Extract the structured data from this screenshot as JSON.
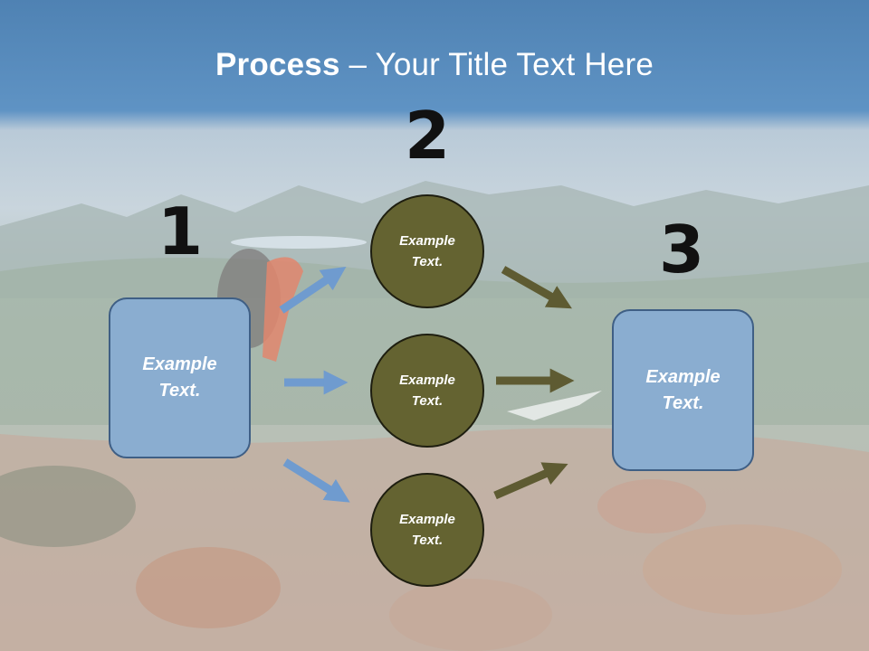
{
  "title": {
    "bold": "Process",
    "rest": " – Your Title Text Here"
  },
  "steps": {
    "one": "1",
    "two": "2",
    "three": "3"
  },
  "left_box": "Example\nText.",
  "right_box": "Example\nText.",
  "circles": [
    "Example\nText.",
    "Example\nText.",
    "Example\nText."
  ],
  "colors": {
    "box_fill": "#8aadd0",
    "circle_fill": "#646331",
    "blue_arrow": "#6f9bcf",
    "olive_arrow": "#5e5b32"
  }
}
